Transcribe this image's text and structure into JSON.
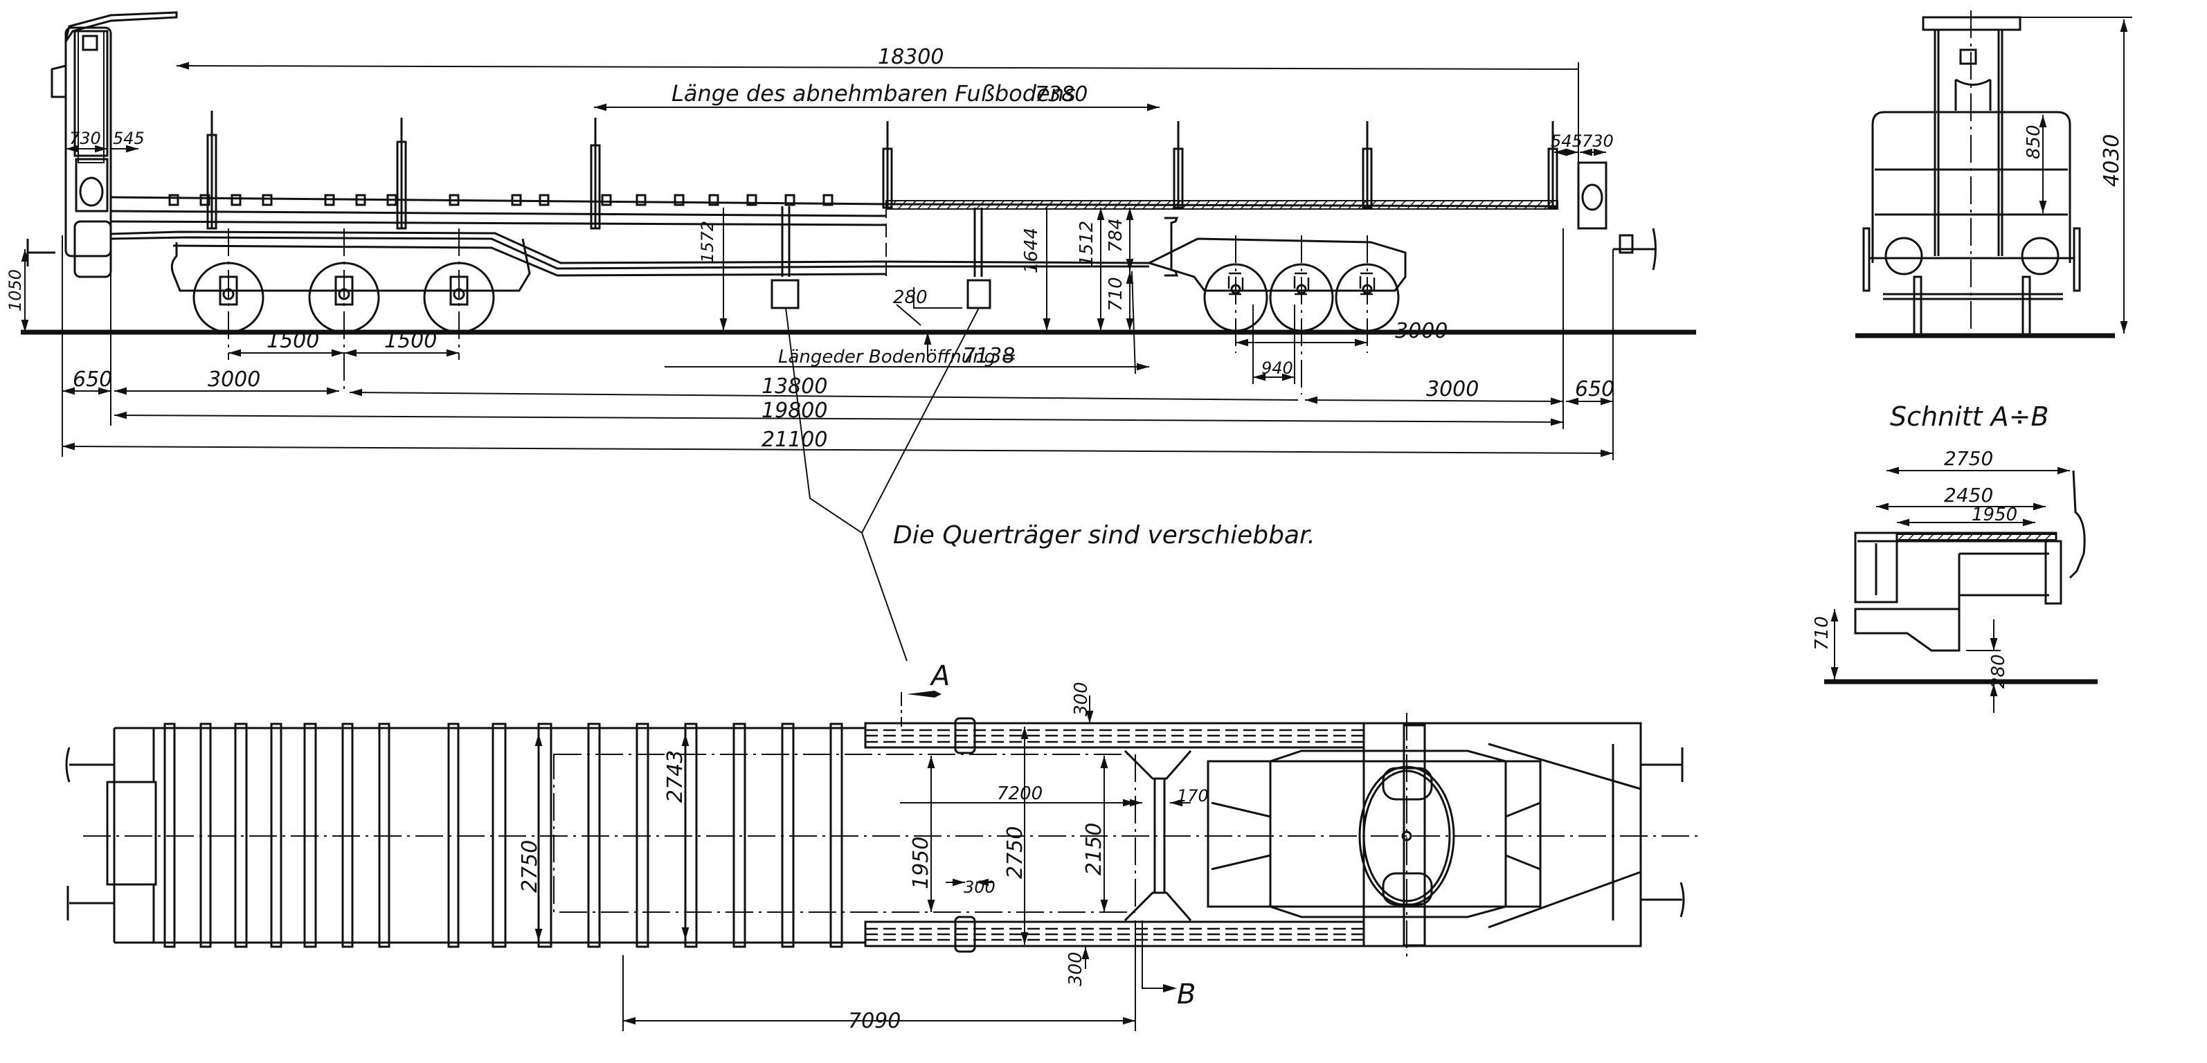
{
  "title": "Tiefladewagen – Seitenansicht, Draufsicht, Stirnansicht und Schnitt A÷B",
  "side_view": {
    "dims": {
      "overall_platform": "18300",
      "removable_floor_label": "Länge des abnehmbaren Fußbodens",
      "removable_floor": "7380",
      "left_end_a": "730",
      "left_end_b": "545",
      "right_end_b": "545",
      "right_end_a": "730",
      "buffer_height": "1050",
      "height_1572": "1572",
      "height_1644": "1644",
      "height_1512": "1512",
      "height_784": "784",
      "height_710": "710",
      "clearance_280": "280",
      "wheel_spacing_1": "1500",
      "wheel_spacing_2": "1500",
      "right_wheelbase": "3000",
      "right_wheel_940": "940",
      "floor_opening_label": "Längeder Bodenöffnung =",
      "floor_opening": "7138",
      "overhang_left": "650",
      "bogie_left": "3000",
      "bogie_centres": "13800",
      "bogie_right": "3000",
      "overhang_right": "650",
      "over_headstocks": "19800",
      "over_buffers": "21100"
    },
    "note": "Die Querträger sind verschiebbar."
  },
  "plan_view": {
    "dims": {
      "width_left": "2750",
      "width_2743": "2743",
      "width_1950": "1950",
      "width_300_mid": "300",
      "width_2750_mid": "2750",
      "width_2150": "2150",
      "length_7200": "7200",
      "web_170": "170",
      "beam_300_top": "300",
      "beam_300_bottom": "300",
      "length_7090": "7090"
    },
    "section_marks": [
      "A",
      "B"
    ]
  },
  "end_view": {
    "dims": {
      "overall_height": "4030",
      "rail_height": "850"
    }
  },
  "section_view": {
    "title": "Schnitt A÷B",
    "dims": {
      "outer": "2750",
      "middle": "2450",
      "inner": "1950",
      "deck_height": "710",
      "clearance": "280"
    }
  }
}
